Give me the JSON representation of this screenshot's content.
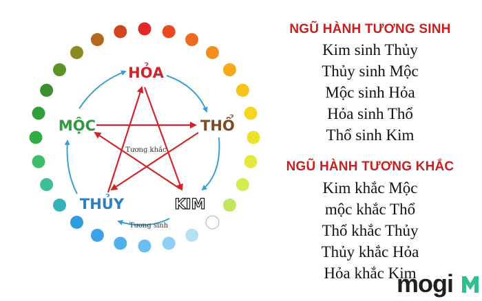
{
  "diagram": {
    "nodes": {
      "hoa": {
        "label": "HỎA",
        "color": "#d3232a"
      },
      "tho": {
        "label": "THỔ",
        "color": "#7a4a22"
      },
      "kim": {
        "label": "KIM",
        "color": "#111111"
      },
      "thuy": {
        "label": "THỦY",
        "color": "#2d7fc1"
      },
      "moc": {
        "label": "MỘC",
        "color": "#2e9a3c"
      }
    },
    "center_label": "Tương khắc",
    "bottom_label": "Tương sinh",
    "cycle_arrow_color": "#3a9fd0",
    "star_arrow_color": "#d3232a",
    "ring_colors": [
      "#e32626",
      "#e94a22",
      "#ee6a1f",
      "#f28c1c",
      "#f6a91b",
      "#f8c419",
      "#f6d71c",
      "#efe22a",
      "#e4e83a",
      "#d4ea4e",
      "#bfe65d",
      "#ffffff",
      "#b5e0f6",
      "#8fd0f3",
      "#6bbff0",
      "#4eb0ec",
      "#3aa3e8",
      "#2f9bdc",
      "#34b1b9",
      "#3fbe9c",
      "#3ebd68",
      "#32ad45",
      "#2f9f3e",
      "#3c8f31",
      "#5e9329",
      "#8a8a25",
      "#b0691f",
      "#d04422"
    ]
  },
  "sections": {
    "sinh": {
      "title": "NGŨ HÀNH TƯƠNG SINH",
      "items": [
        "Kim sinh Thủy",
        "Thủy sinh Mộc",
        "Mộc sinh Hỏa",
        "Hỏa sinh Thổ",
        "Thổ sinh Kim"
      ]
    },
    "khac": {
      "title": "NGŨ HÀNH TƯƠNG KHẮC",
      "items": [
        "Kim khắc Mộc",
        "mộc khắc Thổ",
        "Thổ khắc Thủy",
        "Thủy khắc Hỏa",
        "Hỏa khắc Kim"
      ]
    }
  },
  "brand": {
    "text": "mogi",
    "accent": "#2fbf8f"
  }
}
